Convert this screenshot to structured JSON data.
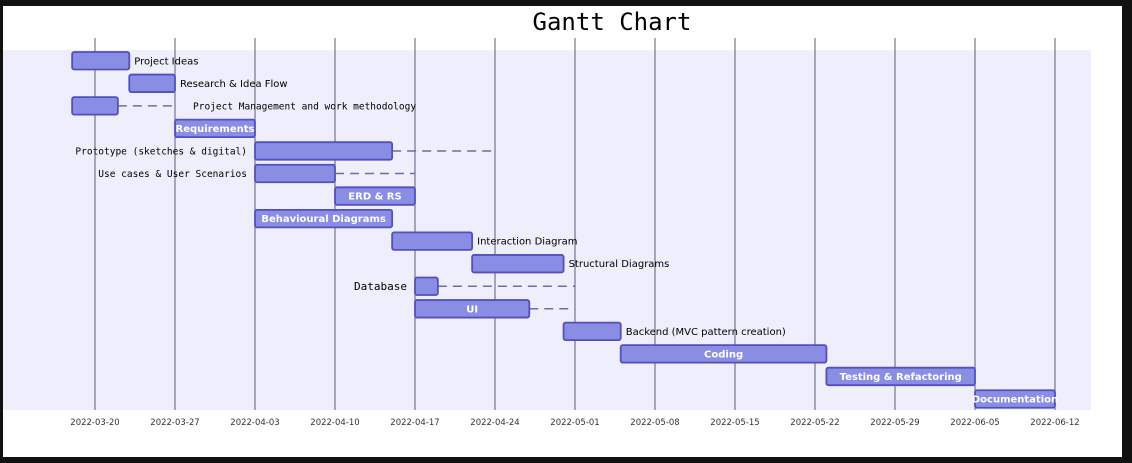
{
  "chart_data": {
    "type": "gantt",
    "title": "Gantt Chart",
    "x_ticks": [
      "2022-03-20",
      "2022-03-27",
      "2022-04-03",
      "2022-04-10",
      "2022-04-17",
      "2022-04-24",
      "2022-05-01",
      "2022-05-08",
      "2022-05-15",
      "2022-05-22",
      "2022-05-29",
      "2022-06-05",
      "2022-06-12"
    ],
    "x_range": [
      "2022-03-18",
      "2022-06-15"
    ],
    "colors": {
      "bar_fill": "#8a8de4",
      "bar_stroke": "#534fbc",
      "band": "#eeeefc",
      "grid": "#4a4a6a"
    },
    "tasks": [
      {
        "name": "Project Ideas",
        "start": "2022-03-18",
        "end": "2022-03-23",
        "label_pos": "right"
      },
      {
        "name": "Research & Idea Flow",
        "start": "2022-03-23",
        "end": "2022-03-27",
        "label_pos": "right"
      },
      {
        "name": "Project Management and work methodology",
        "start": "2022-03-18",
        "end": "2022-03-22",
        "label_pos": "right",
        "dashed_to": "2022-03-27",
        "mono": true
      },
      {
        "name": "Requirements",
        "start": "2022-03-27",
        "end": "2022-04-03",
        "label_pos": "inside"
      },
      {
        "name": "Prototype (sketches & digital)",
        "start": "2022-04-03",
        "end": "2022-04-15",
        "label_pos": "left",
        "dashed_to": "2022-04-24",
        "mono": true
      },
      {
        "name": "Use cases & User Scenarios",
        "start": "2022-04-03",
        "end": "2022-04-10",
        "label_pos": "left",
        "dashed_to": "2022-04-17",
        "mono": true
      },
      {
        "name": "ERD & RS",
        "start": "2022-04-10",
        "end": "2022-04-17",
        "label_pos": "inside"
      },
      {
        "name": "Behavioural Diagrams",
        "start": "2022-04-03",
        "end": "2022-04-15",
        "label_pos": "inside"
      },
      {
        "name": "Interaction Diagram",
        "start": "2022-04-15",
        "end": "2022-04-22",
        "label_pos": "right"
      },
      {
        "name": "Structural Diagrams",
        "start": "2022-04-22",
        "end": "2022-04-30",
        "label_pos": "right"
      },
      {
        "name": "Database",
        "start": "2022-04-17",
        "end": "2022-04-19",
        "label_pos": "left",
        "dashed_to": "2022-05-01",
        "big": true
      },
      {
        "name": "UI",
        "start": "2022-04-17",
        "end": "2022-04-27",
        "label_pos": "inside",
        "dashed_to": "2022-05-01"
      },
      {
        "name": "Backend (MVC pattern creation)",
        "start": "2022-04-30",
        "end": "2022-05-05",
        "label_pos": "right"
      },
      {
        "name": "Coding",
        "start": "2022-05-05",
        "end": "2022-05-23",
        "label_pos": "inside"
      },
      {
        "name": "Testing & Refactoring",
        "start": "2022-05-23",
        "end": "2022-06-05",
        "label_pos": "inside"
      },
      {
        "name": "Documentation",
        "start": "2022-06-05",
        "end": "2022-06-12",
        "label_pos": "inside"
      }
    ]
  }
}
